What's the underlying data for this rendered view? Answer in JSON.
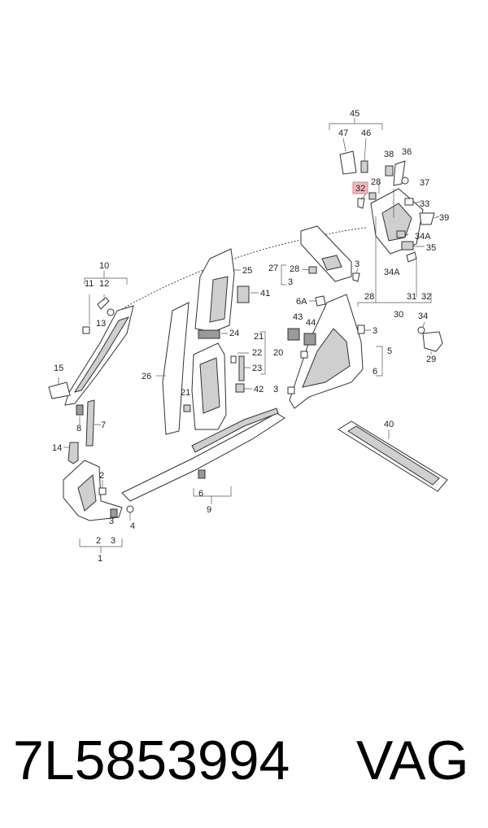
{
  "diagram": {
    "highlight_color": "#f4b8bf",
    "callouts": {
      "c45": "45",
      "c47": "47",
      "c46": "46",
      "c38": "38",
      "c36": "36",
      "c37": "37",
      "c28a": "28",
      "c32": "32",
      "c33": "33",
      "c39": "39",
      "c34A_a": "34A",
      "c35": "35",
      "c34A_b": "34A",
      "c28b": "28",
      "c31": "31",
      "c32b": "32",
      "c30": "30",
      "c34": "34",
      "c29": "29",
      "c27": "27",
      "c28c": "28",
      "c3a": "3",
      "c3b": "3",
      "c25": "25",
      "c41": "41",
      "c10": "10",
      "c11": "11",
      "c12": "12",
      "c13": "13",
      "c6A": "6A",
      "c43": "43",
      "c44": "44",
      "c3c": "3",
      "c5": "5",
      "c6a": "6",
      "c24": "24",
      "c21a": "21",
      "c22": "22",
      "c20": "20",
      "c23": "23",
      "c42": "42",
      "c26": "26",
      "c15": "15",
      "c21b": "21",
      "c3d": "3",
      "c8": "8",
      "c7": "7",
      "c40": "40",
      "c14": "14",
      "c2a": "2",
      "c6b": "6",
      "c9": "9",
      "c4": "4",
      "c3e": "3",
      "c2b": "2",
      "c3f": "3",
      "c1": "1"
    }
  },
  "footer": {
    "part_number": "7L5853994",
    "brand": "VAG"
  }
}
